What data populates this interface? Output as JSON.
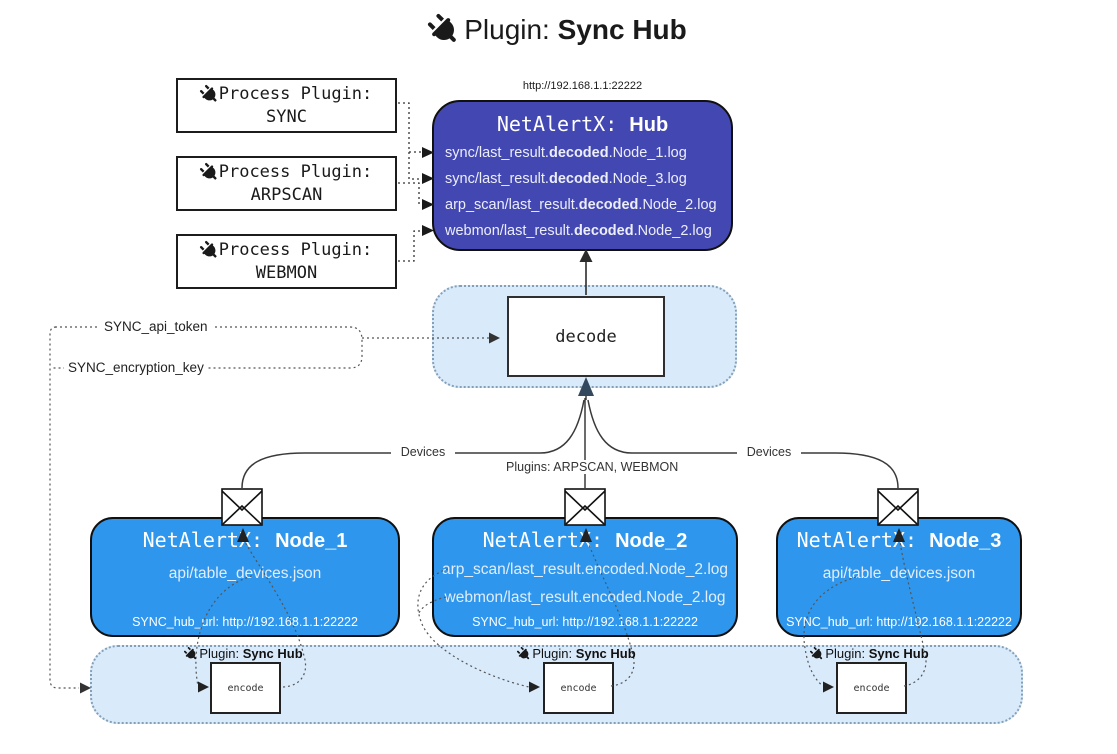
{
  "title": {
    "prefix": "Plugin:",
    "name": "Sync Hub"
  },
  "process_plugins": [
    {
      "line1": "Process Plugin:",
      "line2": "SYNC"
    },
    {
      "line1": "Process Plugin:",
      "line2": "ARPSCAN"
    },
    {
      "line1": "Process Plugin:",
      "line2": "WEBMON"
    }
  ],
  "hub": {
    "url_label": "http://192.168.1.1:22222",
    "name_prefix": "NetAlertX: ",
    "name": "Hub",
    "logs": [
      {
        "pre": "sync/last_result.",
        "bold": "decoded",
        "post": ".Node_1.log"
      },
      {
        "pre": "sync/last_result.",
        "bold": "decoded",
        "post": ".Node_3.log"
      },
      {
        "pre": "arp_scan/last_result.",
        "bold": "decoded",
        "post": ".Node_2.log"
      },
      {
        "pre": "webmon/last_result.",
        "bold": "decoded",
        "post": ".Node_2.log"
      }
    ]
  },
  "decode": {
    "label": "decode"
  },
  "keys": {
    "api_token": "SYNC_api_token",
    "encryption_key": "SYNC_encryption_key"
  },
  "edges": {
    "devices_left": "Devices",
    "plugins_center": "Plugins: ARPSCAN, WEBMON",
    "devices_right": "Devices"
  },
  "nodes": [
    {
      "name_prefix": "NetAlertX: ",
      "name": "Node_1",
      "files": [
        "api/table_devices.json"
      ],
      "hub_url": "SYNC_hub_url: http://192.168.1.1:22222"
    },
    {
      "name_prefix": "NetAlertX: ",
      "name": "Node_2",
      "files": [
        "arp_scan/last_result.encoded.Node_2.log",
        "webmon/last_result.encoded.Node_2.log"
      ],
      "hub_url": "SYNC_hub_url: http://192.168.1.1:22222"
    },
    {
      "name_prefix": "NetAlertX: ",
      "name": "Node_3",
      "files": [
        "api/table_devices.json"
      ],
      "hub_url": "SYNC_hub_url: http://192.168.1.1:22222"
    }
  ],
  "encode": {
    "label": "encode",
    "plugin_prefix": "Plugin:",
    "plugin_name": "Sync Hub"
  },
  "colors": {
    "hub_fill": "#4347b2",
    "node_fill": "#2e96ec",
    "container_fill": "#d9eafb",
    "container_border": "#84a0b8"
  }
}
